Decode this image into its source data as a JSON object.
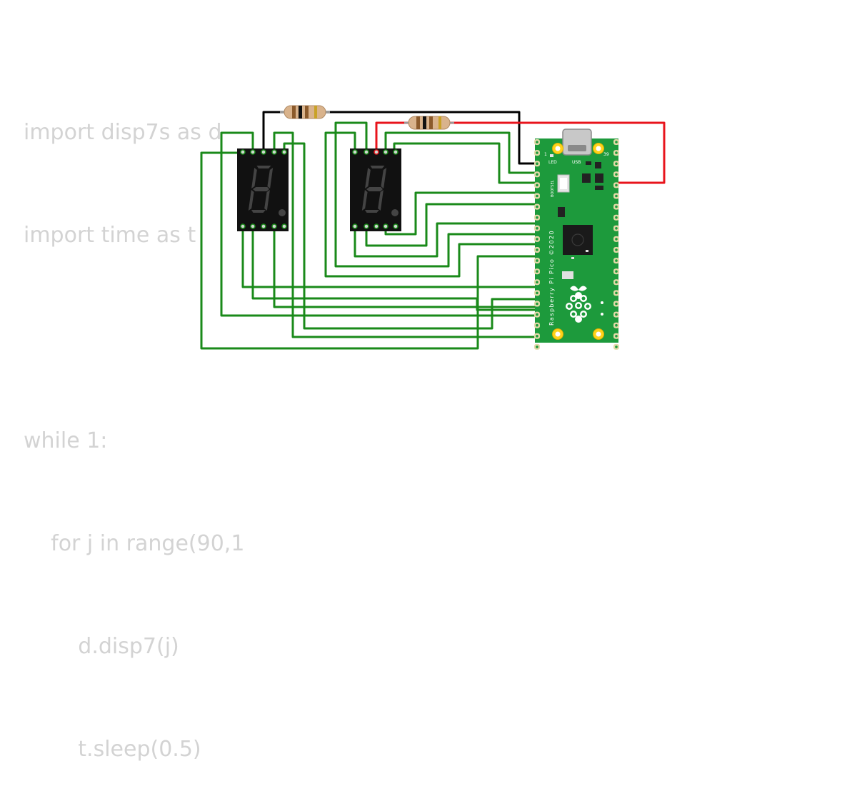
{
  "code_lines": [
    "import disp7s as d",
    "import time as t",
    "",
    "while 1:",
    "    for j in range(90,1",
    "        d.disp7(j)",
    "        t.sleep(0.5)"
  ],
  "board": {
    "pin_1": "1",
    "pin_39": "39",
    "led_label": "LED",
    "usb_label": "USB",
    "bootsel_label": "BOOTSEL",
    "model_label": "Raspberry Pi Pico ©2020"
  },
  "colors": {
    "wire_green": "#1a8a1a",
    "wire_black": "#000000",
    "wire_red": "#e8141c",
    "board_green": "#1d9a3c",
    "display_body": "#111111",
    "segment_off": "#444444"
  }
}
